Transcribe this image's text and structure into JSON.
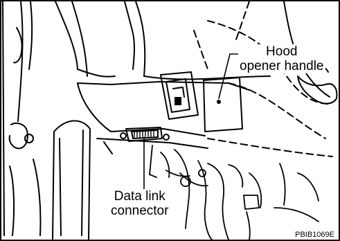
{
  "figure": {
    "callouts": {
      "hood_opener": {
        "line1": "Hood",
        "line2": "opener handle"
      },
      "data_link_connector": {
        "line1": "Data link",
        "line2": "connector"
      }
    },
    "reference_code": "PBIB1069E",
    "colors": {
      "ink": "#000000",
      "background": "#ffffff"
    }
  }
}
